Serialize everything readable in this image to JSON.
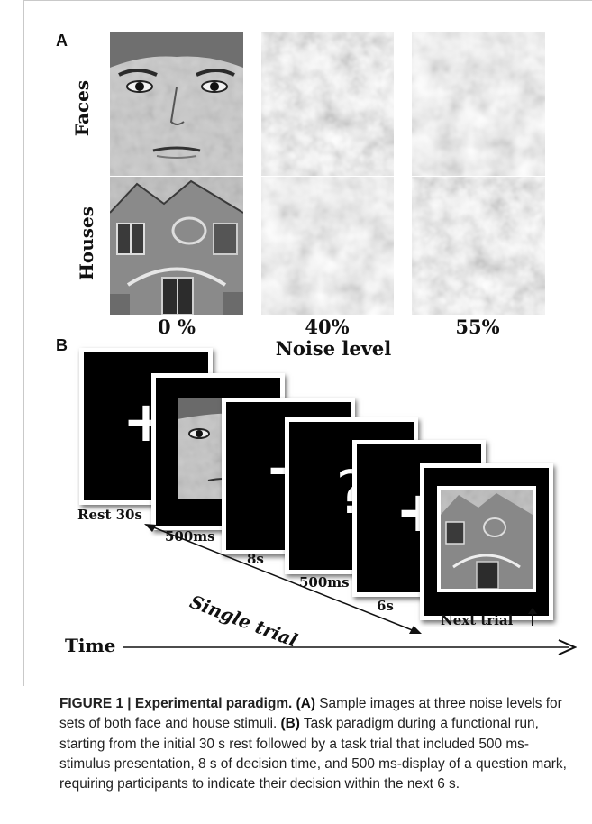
{
  "panel_a": {
    "letter": "A",
    "row_labels": [
      "Faces",
      "Houses"
    ],
    "column_labels": [
      "0 %",
      "40%",
      "55%"
    ],
    "axis_title": "Noise level"
  },
  "panel_b": {
    "letter": "B",
    "cards": [
      {
        "symbol": "+",
        "label": "Rest 30s"
      },
      {
        "symbol": "face-image",
        "label": "500ms"
      },
      {
        "symbol": "+",
        "label": "8s"
      },
      {
        "symbol": "?",
        "label": "500ms"
      },
      {
        "symbol": "+",
        "label": "6s"
      },
      {
        "symbol": "house-image",
        "label": "Next trial"
      }
    ],
    "single_trial_label": "Single trial",
    "time_label": "Time"
  },
  "caption": {
    "figure_label": "FIGURE 1 | Experimental paradigm.",
    "a_tag": "(A)",
    "a_text": " Sample images at three noise levels for sets of both face and house stimuli. ",
    "b_tag": "(B)",
    "b_text": " Task paradigm during a functional run, starting from the initial 30 s rest followed by a task trial that included 500 ms-stimulus presentation, 8 s of decision time, and 500 ms-display of a question mark, requiring participants to indicate their decision within the next 6 s."
  }
}
